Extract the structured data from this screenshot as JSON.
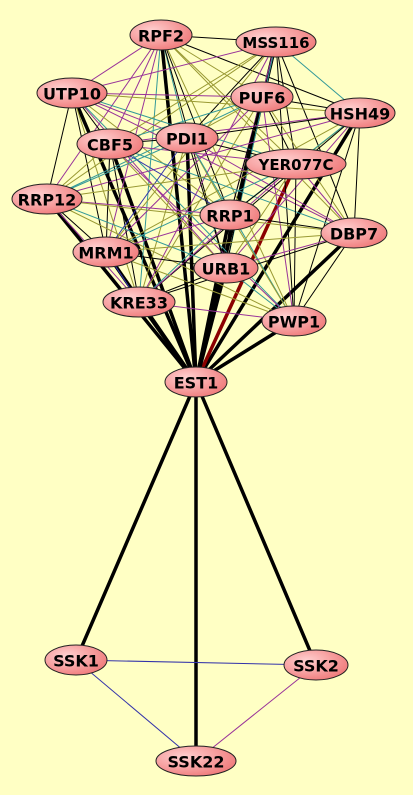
{
  "diagram": {
    "background_color": "#ffffc4",
    "node_fill_light": "#ffd0d0",
    "node_fill_dark": "#f07c7c",
    "edge_colors": {
      "black": "#000000",
      "olive": "#999933",
      "purple": "#993399",
      "teal": "#339999",
      "blue": "#3333aa",
      "darkred": "#8b0000"
    },
    "nodes": [
      {
        "id": "RPF2",
        "label": "RPF2"
      },
      {
        "id": "MSS116",
        "label": "MSS116"
      },
      {
        "id": "UTP10",
        "label": "UTP10"
      },
      {
        "id": "PUF6",
        "label": "PUF6"
      },
      {
        "id": "HSH49",
        "label": "HSH49"
      },
      {
        "id": "CBF5",
        "label": "CBF5"
      },
      {
        "id": "PDI1",
        "label": "PDI1"
      },
      {
        "id": "YER077C",
        "label": "YER077C"
      },
      {
        "id": "RRP12",
        "label": "RRP12"
      },
      {
        "id": "RRP1",
        "label": "RRP1"
      },
      {
        "id": "DBP7",
        "label": "DBP7"
      },
      {
        "id": "MRM1",
        "label": "MRM1"
      },
      {
        "id": "URB1",
        "label": "URB1"
      },
      {
        "id": "KRE33",
        "label": "KRE33"
      },
      {
        "id": "PWP1",
        "label": "PWP1"
      },
      {
        "id": "EST1",
        "label": "EST1"
      },
      {
        "id": "SSK1",
        "label": "SSK1"
      },
      {
        "id": "SSK2",
        "label": "SSK2"
      },
      {
        "id": "SSK22",
        "label": "SSK22"
      }
    ],
    "edges": [
      {
        "source": "EST1",
        "target": "RPF2",
        "weight": "heavy",
        "color": "black"
      },
      {
        "source": "EST1",
        "target": "MSS116",
        "weight": "heavy",
        "color": "black"
      },
      {
        "source": "EST1",
        "target": "UTP10",
        "weight": "heavy",
        "color": "black"
      },
      {
        "source": "EST1",
        "target": "PUF6",
        "weight": "heavy",
        "color": "black"
      },
      {
        "source": "EST1",
        "target": "HSH49",
        "weight": "heavy",
        "color": "black"
      },
      {
        "source": "EST1",
        "target": "CBF5",
        "weight": "heavy",
        "color": "black"
      },
      {
        "source": "EST1",
        "target": "PDI1",
        "weight": "heavy",
        "color": "black"
      },
      {
        "source": "EST1",
        "target": "YER077C",
        "weight": "heavy",
        "color": "darkred"
      },
      {
        "source": "EST1",
        "target": "RRP12",
        "weight": "heavy",
        "color": "black"
      },
      {
        "source": "EST1",
        "target": "RRP1",
        "weight": "heavy",
        "color": "black"
      },
      {
        "source": "EST1",
        "target": "DBP7",
        "weight": "heavy",
        "color": "black"
      },
      {
        "source": "EST1",
        "target": "MRM1",
        "weight": "heavy",
        "color": "black"
      },
      {
        "source": "EST1",
        "target": "URB1",
        "weight": "heavy",
        "color": "black"
      },
      {
        "source": "EST1",
        "target": "KRE33",
        "weight": "heavy",
        "color": "black"
      },
      {
        "source": "EST1",
        "target": "PWP1",
        "weight": "heavy",
        "color": "black"
      },
      {
        "source": "EST1",
        "target": "SSK1",
        "weight": "heavy",
        "color": "black"
      },
      {
        "source": "EST1",
        "target": "SSK2",
        "weight": "heavy",
        "color": "black"
      },
      {
        "source": "EST1",
        "target": "SSK22",
        "weight": "heavy",
        "color": "black"
      },
      {
        "source": "SSK1",
        "target": "SSK2",
        "weight": "light",
        "color": "blue"
      },
      {
        "source": "SSK1",
        "target": "SSK22",
        "weight": "light",
        "color": "blue"
      },
      {
        "source": "SSK2",
        "target": "SSK22",
        "weight": "light",
        "color": "purple"
      },
      {
        "source": "RPF2",
        "target": "MSS116",
        "weight": "light",
        "color": "black"
      },
      {
        "source": "RPF2",
        "target": "UTP10",
        "weight": "light",
        "color": "purple"
      },
      {
        "source": "RPF2",
        "target": "PUF6",
        "weight": "light",
        "color": "olive"
      },
      {
        "source": "RPF2",
        "target": "HSH49",
        "weight": "light",
        "color": "black"
      },
      {
        "source": "RPF2",
        "target": "CBF5",
        "weight": "light",
        "color": "purple"
      },
      {
        "source": "RPF2",
        "target": "PDI1",
        "weight": "light",
        "color": "teal"
      },
      {
        "source": "RPF2",
        "target": "YER077C",
        "weight": "light",
        "color": "olive"
      },
      {
        "source": "RPF2",
        "target": "RRP12",
        "weight": "light",
        "color": "purple"
      },
      {
        "source": "RPF2",
        "target": "RRP1",
        "weight": "light",
        "color": "black"
      },
      {
        "source": "RPF2",
        "target": "DBP7",
        "weight": "light",
        "color": "olive"
      },
      {
        "source": "RPF2",
        "target": "MRM1",
        "weight": "light",
        "color": "purple"
      },
      {
        "source": "RPF2",
        "target": "URB1",
        "weight": "light",
        "color": "black"
      },
      {
        "source": "RPF2",
        "target": "KRE33",
        "weight": "light",
        "color": "teal"
      },
      {
        "source": "RPF2",
        "target": "PWP1",
        "weight": "light",
        "color": "olive"
      },
      {
        "source": "MSS116",
        "target": "UTP10",
        "weight": "light",
        "color": "purple"
      },
      {
        "source": "MSS116",
        "target": "PUF6",
        "weight": "light",
        "color": "black"
      },
      {
        "source": "MSS116",
        "target": "HSH49",
        "weight": "light",
        "color": "teal"
      },
      {
        "source": "MSS116",
        "target": "CBF5",
        "weight": "light",
        "color": "olive"
      },
      {
        "source": "MSS116",
        "target": "PDI1",
        "weight": "light",
        "color": "black"
      },
      {
        "source": "MSS116",
        "target": "YER077C",
        "weight": "light",
        "color": "black"
      },
      {
        "source": "MSS116",
        "target": "RRP12",
        "weight": "light",
        "color": "olive"
      },
      {
        "source": "MSS116",
        "target": "RRP1",
        "weight": "light",
        "color": "purple"
      },
      {
        "source": "MSS116",
        "target": "DBP7",
        "weight": "light",
        "color": "black"
      },
      {
        "source": "MSS116",
        "target": "MRM1",
        "weight": "light",
        "color": "olive"
      },
      {
        "source": "MSS116",
        "target": "URB1",
        "weight": "light",
        "color": "teal"
      },
      {
        "source": "MSS116",
        "target": "KRE33",
        "weight": "light",
        "color": "purple"
      },
      {
        "source": "MSS116",
        "target": "PWP1",
        "weight": "light",
        "color": "black"
      },
      {
        "source": "UTP10",
        "target": "PUF6",
        "weight": "light",
        "color": "purple"
      },
      {
        "source": "UTP10",
        "target": "HSH49",
        "weight": "light",
        "color": "olive"
      },
      {
        "source": "UTP10",
        "target": "CBF5",
        "weight": "light",
        "color": "black"
      },
      {
        "source": "UTP10",
        "target": "PDI1",
        "weight": "light",
        "color": "purple"
      },
      {
        "source": "UTP10",
        "target": "YER077C",
        "weight": "light",
        "color": "teal"
      },
      {
        "source": "UTP10",
        "target": "RRP12",
        "weight": "light",
        "color": "black"
      },
      {
        "source": "UTP10",
        "target": "RRP1",
        "weight": "light",
        "color": "olive"
      },
      {
        "source": "UTP10",
        "target": "DBP7",
        "weight": "light",
        "color": "purple"
      },
      {
        "source": "UTP10",
        "target": "MRM1",
        "weight": "light",
        "color": "black"
      },
      {
        "source": "UTP10",
        "target": "URB1",
        "weight": "light",
        "color": "purple"
      },
      {
        "source": "UTP10",
        "target": "KRE33",
        "weight": "light",
        "color": "olive"
      },
      {
        "source": "UTP10",
        "target": "PWP1",
        "weight": "light",
        "color": "teal"
      },
      {
        "source": "PUF6",
        "target": "HSH49",
        "weight": "light",
        "color": "black"
      },
      {
        "source": "PUF6",
        "target": "CBF5",
        "weight": "light",
        "color": "teal"
      },
      {
        "source": "PUF6",
        "target": "PDI1",
        "weight": "light",
        "color": "olive"
      },
      {
        "source": "PUF6",
        "target": "YER077C",
        "weight": "light",
        "color": "black"
      },
      {
        "source": "PUF6",
        "target": "RRP12",
        "weight": "light",
        "color": "teal"
      },
      {
        "source": "PUF6",
        "target": "RRP1",
        "weight": "light",
        "color": "black"
      },
      {
        "source": "PUF6",
        "target": "DBP7",
        "weight": "light",
        "color": "olive"
      },
      {
        "source": "PUF6",
        "target": "MRM1",
        "weight": "light",
        "color": "purple"
      },
      {
        "source": "PUF6",
        "target": "URB1",
        "weight": "light",
        "color": "black"
      },
      {
        "source": "PUF6",
        "target": "KRE33",
        "weight": "light",
        "color": "olive"
      },
      {
        "source": "PUF6",
        "target": "PWP1",
        "weight": "light",
        "color": "purple"
      },
      {
        "source": "HSH49",
        "target": "CBF5",
        "weight": "light",
        "color": "purple"
      },
      {
        "source": "HSH49",
        "target": "PDI1",
        "weight": "light",
        "color": "black"
      },
      {
        "source": "HSH49",
        "target": "YER077C",
        "weight": "light",
        "color": "olive"
      },
      {
        "source": "HSH49",
        "target": "RRP12",
        "weight": "light",
        "color": "purple"
      },
      {
        "source": "HSH49",
        "target": "RRP1",
        "weight": "light",
        "color": "teal"
      },
      {
        "source": "HSH49",
        "target": "DBP7",
        "weight": "light",
        "color": "black"
      },
      {
        "source": "HSH49",
        "target": "MRM1",
        "weight": "light",
        "color": "olive"
      },
      {
        "source": "HSH49",
        "target": "URB1",
        "weight": "light",
        "color": "purple"
      },
      {
        "source": "HSH49",
        "target": "KRE33",
        "weight": "light",
        "color": "black"
      },
      {
        "source": "HSH49",
        "target": "PWP1",
        "weight": "light",
        "color": "black"
      },
      {
        "source": "CBF5",
        "target": "PDI1",
        "weight": "light",
        "color": "black"
      },
      {
        "source": "CBF5",
        "target": "YER077C",
        "weight": "light",
        "color": "purple"
      },
      {
        "source": "CBF5",
        "target": "RRP12",
        "weight": "light",
        "color": "olive"
      },
      {
        "source": "CBF5",
        "target": "RRP1",
        "weight": "light",
        "color": "blue"
      },
      {
        "source": "CBF5",
        "target": "DBP7",
        "weight": "light",
        "color": "teal"
      },
      {
        "source": "CBF5",
        "target": "MRM1",
        "weight": "light",
        "color": "black"
      },
      {
        "source": "CBF5",
        "target": "URB1",
        "weight": "light",
        "color": "olive"
      },
      {
        "source": "CBF5",
        "target": "KRE33",
        "weight": "light",
        "color": "black"
      },
      {
        "source": "CBF5",
        "target": "PWP1",
        "weight": "light",
        "color": "purple"
      },
      {
        "source": "PDI1",
        "target": "YER077C",
        "weight": "light",
        "color": "black"
      },
      {
        "source": "PDI1",
        "target": "RRP12",
        "weight": "light",
        "color": "teal"
      },
      {
        "source": "PDI1",
        "target": "RRP1",
        "weight": "light",
        "color": "olive"
      },
      {
        "source": "PDI1",
        "target": "DBP7",
        "weight": "light",
        "color": "purple"
      },
      {
        "source": "PDI1",
        "target": "MRM1",
        "weight": "light",
        "color": "blue"
      },
      {
        "source": "PDI1",
        "target": "URB1",
        "weight": "light",
        "color": "black"
      },
      {
        "source": "PDI1",
        "target": "KRE33",
        "weight": "light",
        "color": "olive"
      },
      {
        "source": "PDI1",
        "target": "PWP1",
        "weight": "light",
        "color": "teal"
      },
      {
        "source": "YER077C",
        "target": "RRP12",
        "weight": "light",
        "color": "olive"
      },
      {
        "source": "YER077C",
        "target": "RRP1",
        "weight": "light",
        "color": "black"
      },
      {
        "source": "YER077C",
        "target": "DBP7",
        "weight": "light",
        "color": "purple"
      },
      {
        "source": "YER077C",
        "target": "MRM1",
        "weight": "light",
        "color": "teal"
      },
      {
        "source": "YER077C",
        "target": "URB1",
        "weight": "light",
        "color": "olive"
      },
      {
        "source": "YER077C",
        "target": "KRE33",
        "weight": "light",
        "color": "purple"
      },
      {
        "source": "YER077C",
        "target": "PWP1",
        "weight": "light",
        "color": "black"
      },
      {
        "source": "RRP12",
        "target": "RRP1",
        "weight": "light",
        "color": "purple"
      },
      {
        "source": "RRP12",
        "target": "DBP7",
        "weight": "light",
        "color": "olive"
      },
      {
        "source": "RRP12",
        "target": "MRM1",
        "weight": "light",
        "color": "black"
      },
      {
        "source": "RRP12",
        "target": "URB1",
        "weight": "light",
        "color": "teal"
      },
      {
        "source": "RRP12",
        "target": "KRE33",
        "weight": "light",
        "color": "purple"
      },
      {
        "source": "RRP12",
        "target": "PWP1",
        "weight": "light",
        "color": "olive"
      },
      {
        "source": "RRP1",
        "target": "DBP7",
        "weight": "light",
        "color": "black"
      },
      {
        "source": "RRP1",
        "target": "MRM1",
        "weight": "light",
        "color": "purple"
      },
      {
        "source": "RRP1",
        "target": "URB1",
        "weight": "light",
        "color": "black"
      },
      {
        "source": "RRP1",
        "target": "KRE33",
        "weight": "light",
        "color": "teal"
      },
      {
        "source": "RRP1",
        "target": "PWP1",
        "weight": "light",
        "color": "olive"
      },
      {
        "source": "DBP7",
        "target": "MRM1",
        "weight": "light",
        "color": "olive"
      },
      {
        "source": "DBP7",
        "target": "URB1",
        "weight": "light",
        "color": "purple"
      },
      {
        "source": "DBP7",
        "target": "KRE33",
        "weight": "light",
        "color": "black"
      },
      {
        "source": "DBP7",
        "target": "PWP1",
        "weight": "light",
        "color": "black"
      },
      {
        "source": "MRM1",
        "target": "URB1",
        "weight": "light",
        "color": "black"
      },
      {
        "source": "MRM1",
        "target": "KRE33",
        "weight": "light",
        "color": "blue"
      },
      {
        "source": "MRM1",
        "target": "PWP1",
        "weight": "light",
        "color": "olive"
      },
      {
        "source": "URB1",
        "target": "KRE33",
        "weight": "light",
        "color": "black"
      },
      {
        "source": "URB1",
        "target": "PWP1",
        "weight": "light",
        "color": "teal"
      },
      {
        "source": "KRE33",
        "target": "PWP1",
        "weight": "light",
        "color": "purple"
      }
    ]
  }
}
